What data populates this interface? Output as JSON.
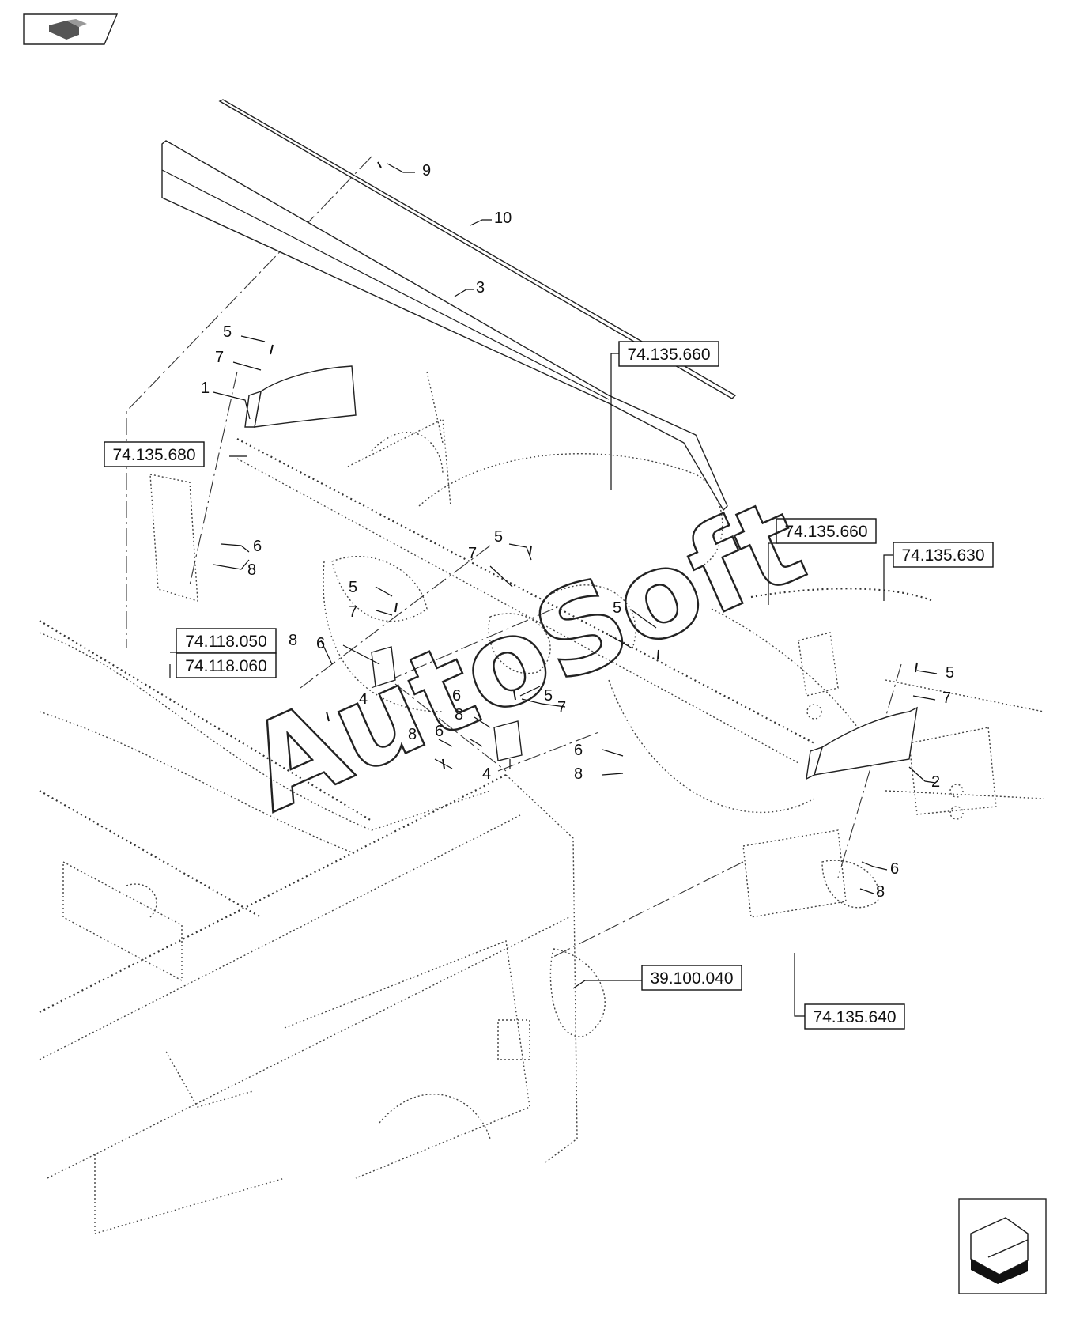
{
  "references": [
    {
      "id": "ref-74-135-660-top",
      "label": "74.135.660"
    },
    {
      "id": "ref-74-135-680",
      "label": "74.135.680"
    },
    {
      "id": "ref-74-135-660-mid",
      "label": "74.135.660"
    },
    {
      "id": "ref-74-135-630",
      "label": "74.135.630"
    },
    {
      "id": "ref-74-118-050",
      "label": "74.118.050"
    },
    {
      "id": "ref-74-118-060",
      "label": "74.118.060"
    },
    {
      "id": "ref-39-100-040",
      "label": "39.100.040"
    },
    {
      "id": "ref-74-135-640",
      "label": "74.135.640"
    }
  ],
  "callouts": [
    "9",
    "10",
    "3",
    "5",
    "7",
    "1",
    "6",
    "8",
    "5",
    "7",
    "5",
    "7",
    "6",
    "8",
    "4",
    "6",
    "5",
    "8",
    "7",
    "6",
    "8",
    "4",
    "5",
    "6",
    "8",
    "5",
    "7",
    "2",
    "6",
    "8"
  ],
  "watermark": "AutoSoft",
  "nav": {
    "prev_icon": "prev-page-icon",
    "next_icon": "next-page-icon"
  }
}
